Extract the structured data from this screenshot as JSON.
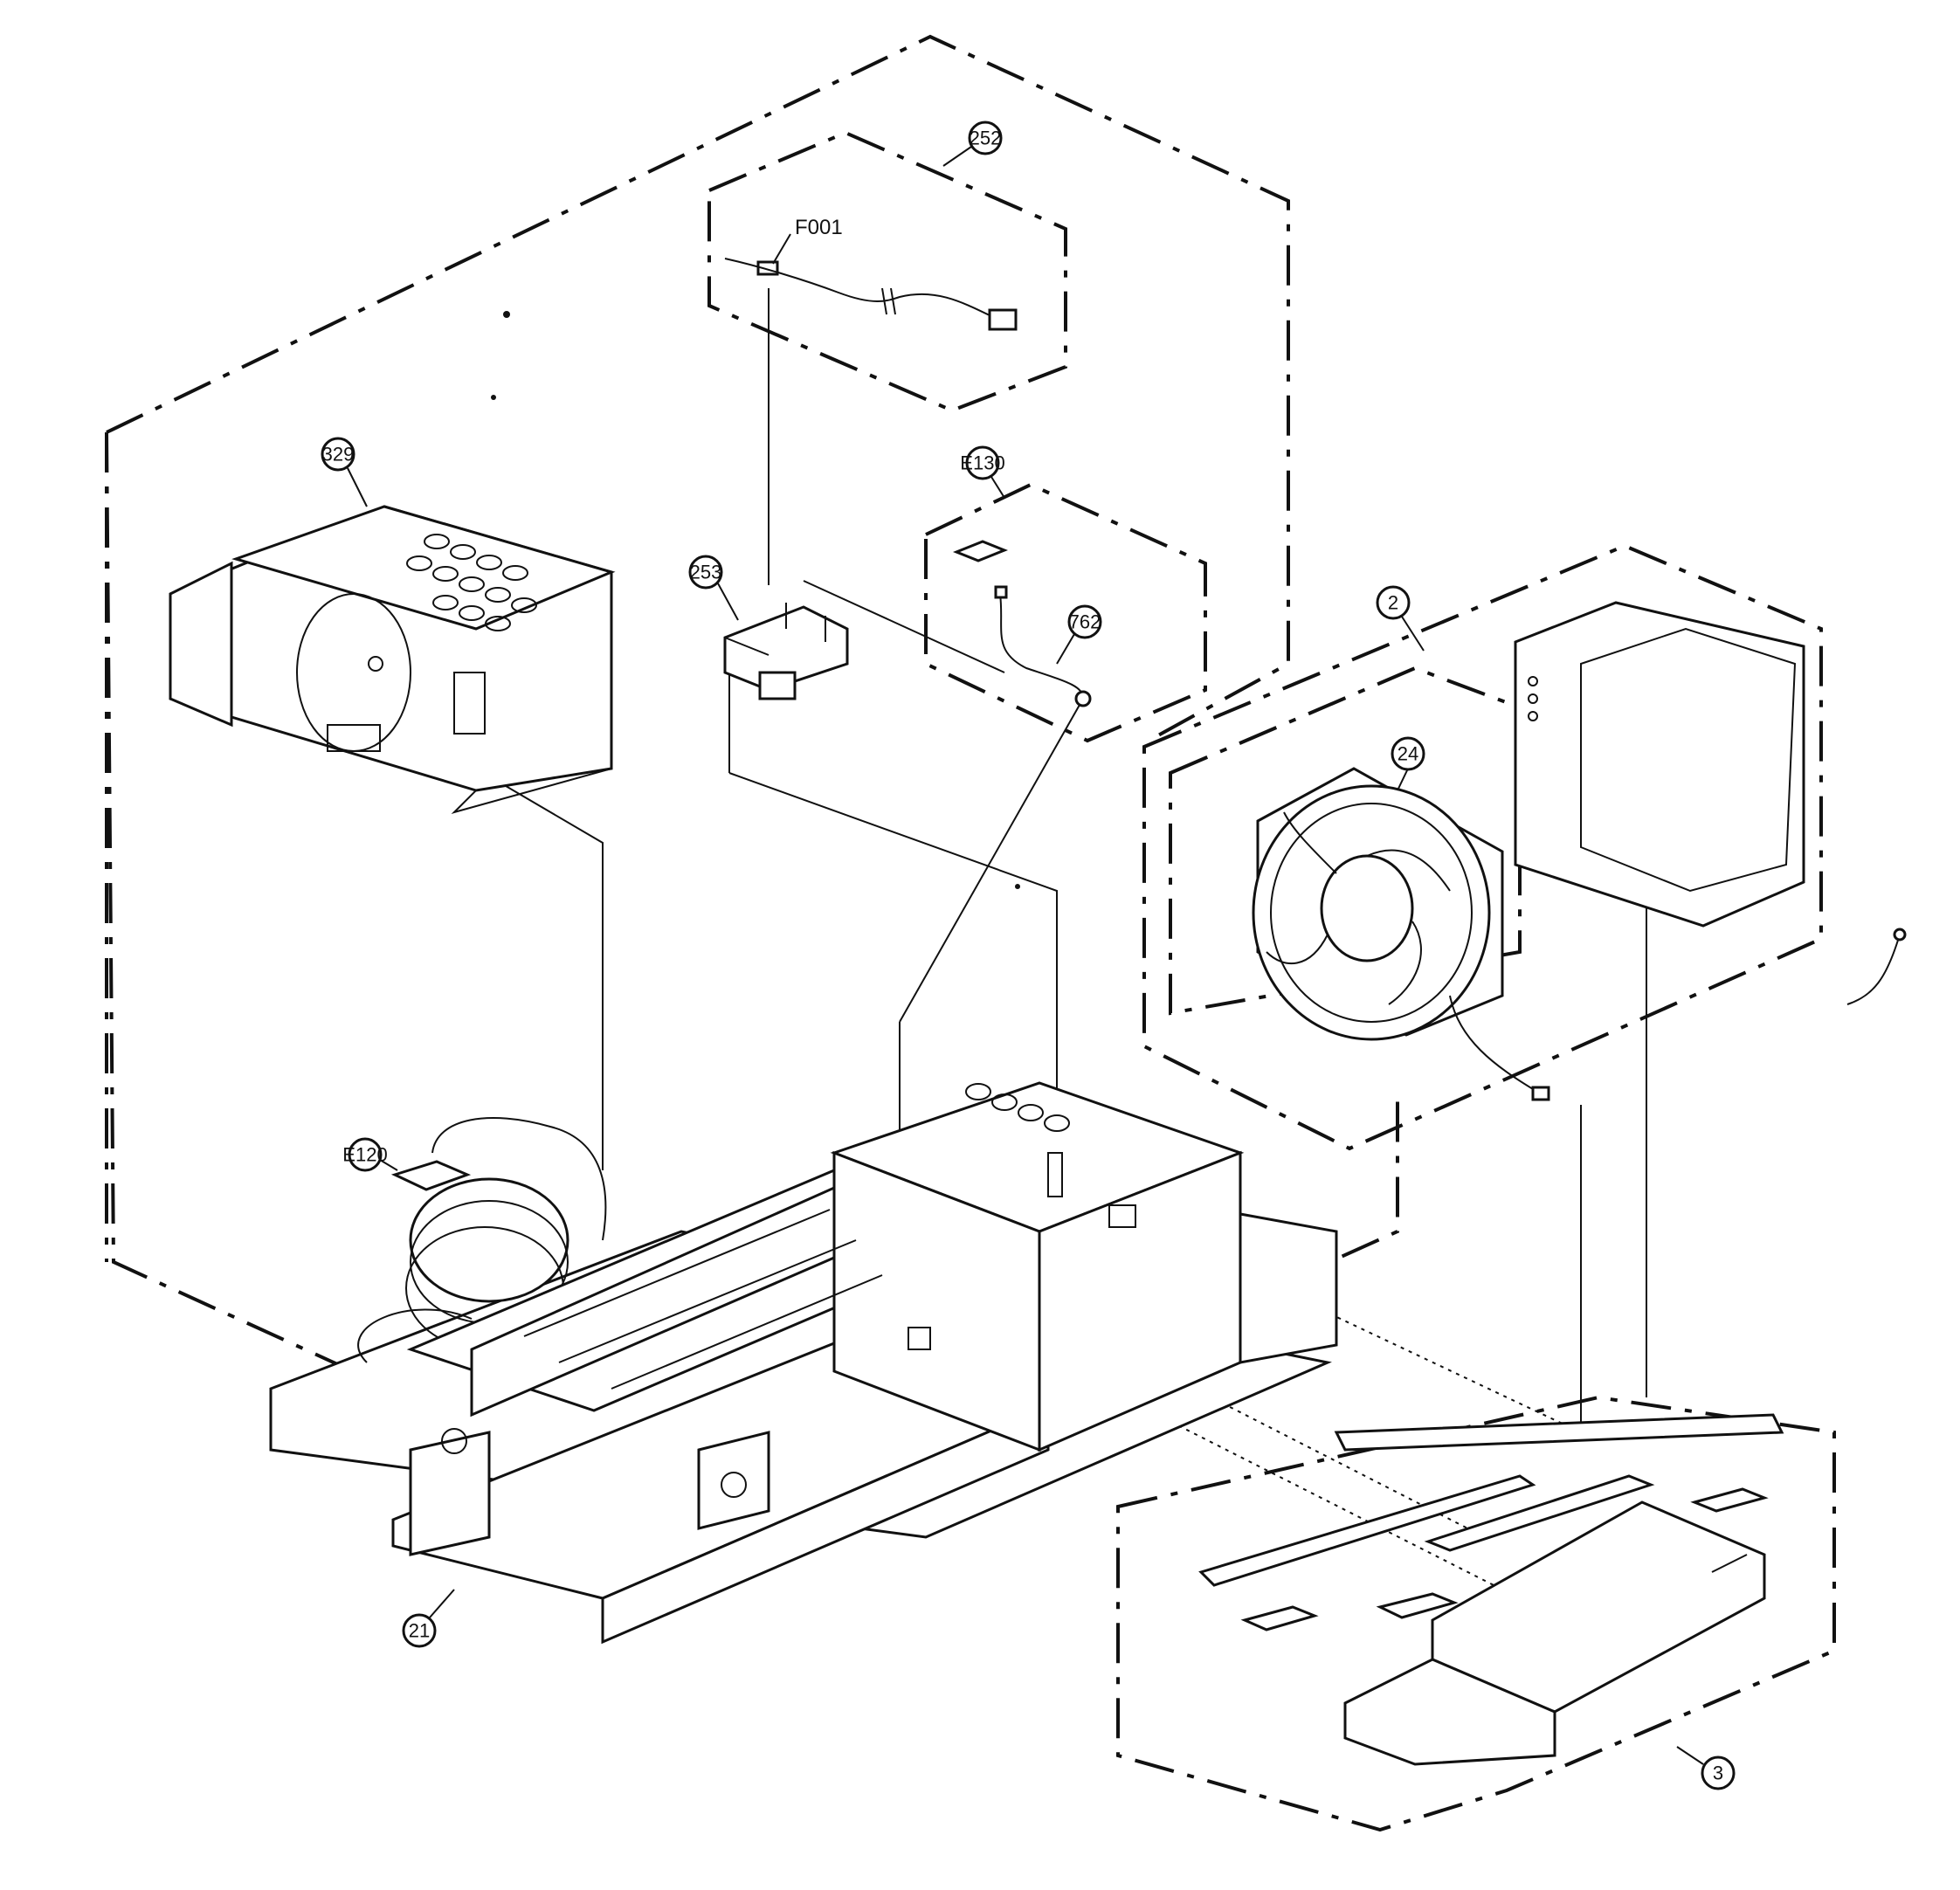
{
  "callouts": {
    "c252": "252",
    "f001": "F001",
    "c329": "329",
    "e130": "E130",
    "c253": "253",
    "c762": "762",
    "c2": "2",
    "c24": "24",
    "e120": "E120",
    "c21": "21",
    "c3": "3"
  }
}
